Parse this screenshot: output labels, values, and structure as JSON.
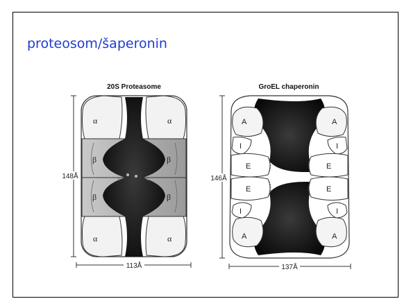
{
  "slide": {
    "title": "proteosom/šaperonin"
  },
  "proteasome": {
    "heading": "20S Proteasome",
    "subunit_outer": "α",
    "subunit_inner": "β",
    "height_label": "148Å",
    "width_label": "113Å"
  },
  "chaperonin": {
    "heading": "GroEL chaperonin",
    "domain_apical": "A",
    "domain_intermediate": "I",
    "domain_equatorial": "E",
    "height_label": "146Å",
    "width_label": "137Å"
  }
}
